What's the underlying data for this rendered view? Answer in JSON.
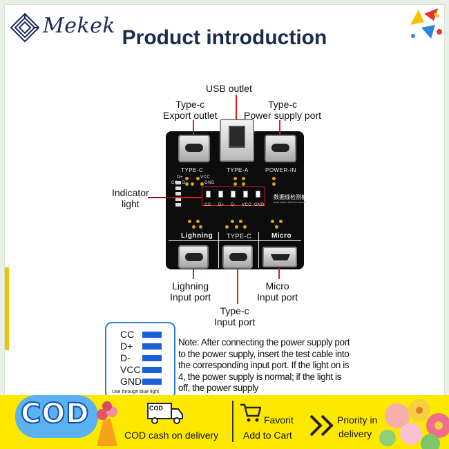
{
  "brand": {
    "name": "Mekek",
    "logo_icon": "diamond-maze-logo-icon"
  },
  "page_title": "Product introduction",
  "callouts": {
    "usb_outlet": "USB outlet",
    "typec_export": [
      "Type-c",
      "Export outlet"
    ],
    "typec_power": [
      "Type-c",
      "Power supply port"
    ],
    "indicator": [
      "Indicator",
      "light"
    ],
    "lightning_input": [
      "Lighning",
      "Input port"
    ],
    "typec_input": [
      "Type-c",
      "Input port"
    ],
    "micro_input": [
      "Micro",
      "Input port"
    ]
  },
  "board": {
    "top_labels": [
      "TYPE-C",
      "TYPE-A",
      "POWER-IN"
    ],
    "bottom_labels": [
      "Lighning",
      "TYPE-C",
      "Micro"
    ],
    "pin_labels_top": [
      "D+",
      "VCC",
      "CC",
      "D-",
      "GND"
    ],
    "led_labels": [
      "CC",
      "D+",
      "D-",
      "VCC",
      "GND"
    ],
    "chinese_title": "数据线检测板",
    "chinese_sub": "data cable detection board"
  },
  "legend": {
    "rows": [
      "CC",
      "D+",
      "D-",
      "VCC",
      "GND"
    ],
    "footer": "Use through blue light"
  },
  "note": "Note: After connecting the power supply port to the power supply, insert the test cable into the corresponding input port. If the light on is 4, the power supply is normal; if the light is off, the power supply",
  "banner": {
    "cod_big": "COD",
    "cod_label": "COD cash on delivery",
    "cod_icon_text": "COD",
    "favorite_label": "Favorit",
    "cart_label": "Add to Cart",
    "priority_line1": "Priority in",
    "priority_line2": "delivery",
    "colors": {
      "banner_bg": "#fde800",
      "cod_blue": "#0d4fb0",
      "legend_blue": "#1a5ed6"
    }
  }
}
